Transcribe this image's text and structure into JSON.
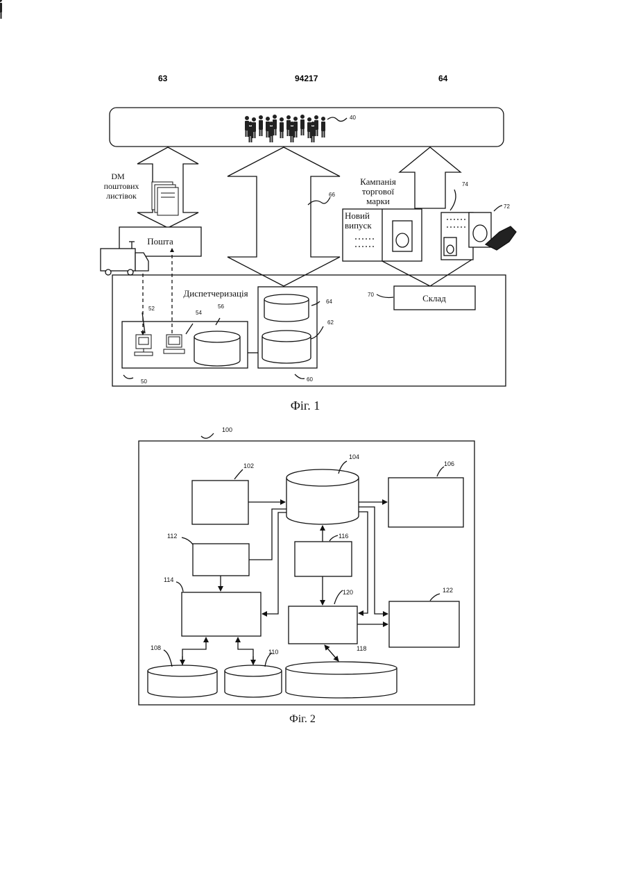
{
  "header": {
    "left_page": "63",
    "patent_number": "94217",
    "right_page": "64"
  },
  "figure1": {
    "caption": "Фіг. 1",
    "dm_label": [
      "DM",
      "поштових",
      "листівок"
    ],
    "post_label": "Пошта",
    "dispatch_label": "Диспетчеризація",
    "campaign_label": [
      "Кампанія",
      "торгової",
      "марки"
    ],
    "new_release_label": [
      "Новий",
      "випуск"
    ],
    "warehouse_label": "Склад",
    "refs": {
      "r40": "40",
      "r50": "50",
      "r52": "52",
      "r54": "54",
      "r56": "56",
      "r60": "60",
      "r62": "62",
      "r64": "64",
      "r66": "66",
      "r70": "70",
      "r72": "72",
      "r74": "74"
    }
  },
  "figure2": {
    "caption": "Фіг. 2",
    "refs": {
      "r100": "100",
      "r102": "102",
      "r104": "104",
      "r106": "106",
      "r108": "108",
      "r110": "110",
      "r112": "112",
      "r114": "114",
      "r116": "116",
      "r118": "118",
      "r120": "120",
      "r122": "122"
    }
  }
}
